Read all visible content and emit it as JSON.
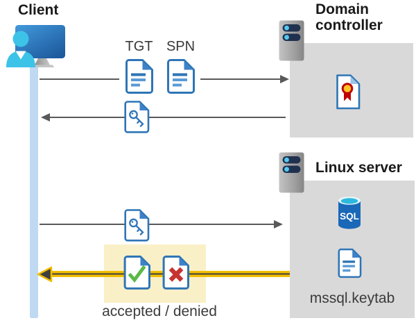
{
  "diagram": {
    "client": {
      "title": "Client"
    },
    "domain_controller": {
      "title": "Domain controller"
    },
    "linux_server": {
      "title": "Linux server",
      "database": "SQL",
      "keytab_file": "mssql.keytab"
    },
    "flow_labels": {
      "tgt": "TGT",
      "spn": "SPN",
      "result": "accepted / denied"
    },
    "colors": {
      "timeline_bar": "#BFD9F2",
      "connector_gray": "#595959",
      "server_box_gray": "#D9D9D9",
      "doc_blue": "#2E75B6",
      "doc_fold": "#3E82C8",
      "doc_line_light": "#5B9BD5",
      "highlight_yellow_fill": "#FAF0C8",
      "arrow_yellow": "#F2BE00",
      "check_green": "#5CB949",
      "cross_red": "#C53431",
      "seal_red": "#C00000",
      "seal_gold": "#FFC425",
      "sql_body_blue": "#1A68B8",
      "sql_top_cyan": "#2DB8DD",
      "person_cyan": "#3EC3E8"
    }
  }
}
